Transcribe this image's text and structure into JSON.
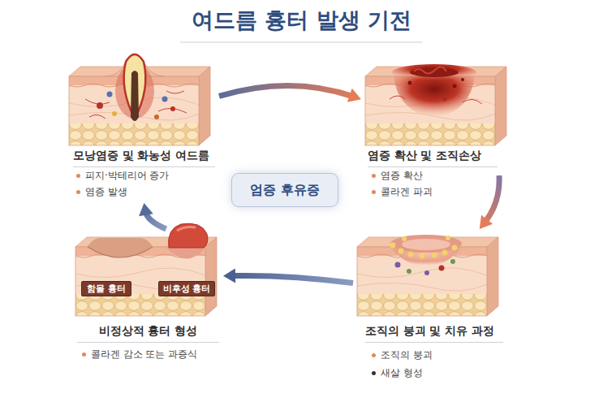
{
  "diagram": {
    "title": "여드름 흉터 발생 기전",
    "nodes": [
      {
        "text": [
          "모낭염증 및 화농성 여드름",
          "피지·박테리어 증가",
          "염증 발생"
        ]
      },
      {
        "text": [
          "염증 확산 및 조직손상",
          "염증 확산",
          "콜라겐 파괴"
        ]
      },
      {
        "text": [
          "엄증 후유증"
        ]
      },
      {
        "text": [
          "비정상적 흉터 형성",
          "콜라겐 감소 또는 과증식"
        ]
      },
      {
        "text": [
          "함몰 흉터"
        ],
        "in": 3
      },
      {
        "text": [
          "비후성 흉터"
        ],
        "in": 3
      },
      {
        "text": [
          "조직의 붕괴 및 치유 과정",
          "조직의 붕괴",
          "새살 형성"
        ]
      }
    ],
    "edges": [
      {
        "from": 0,
        "to": 1,
        "arrow": "to"
      },
      {
        "from": 1,
        "to": 6,
        "arrow": "to"
      },
      {
        "from": 6,
        "to": 3,
        "arrow": "to"
      },
      {
        "from": 3,
        "to": 0,
        "arrow": "to"
      }
    ]
  }
}
